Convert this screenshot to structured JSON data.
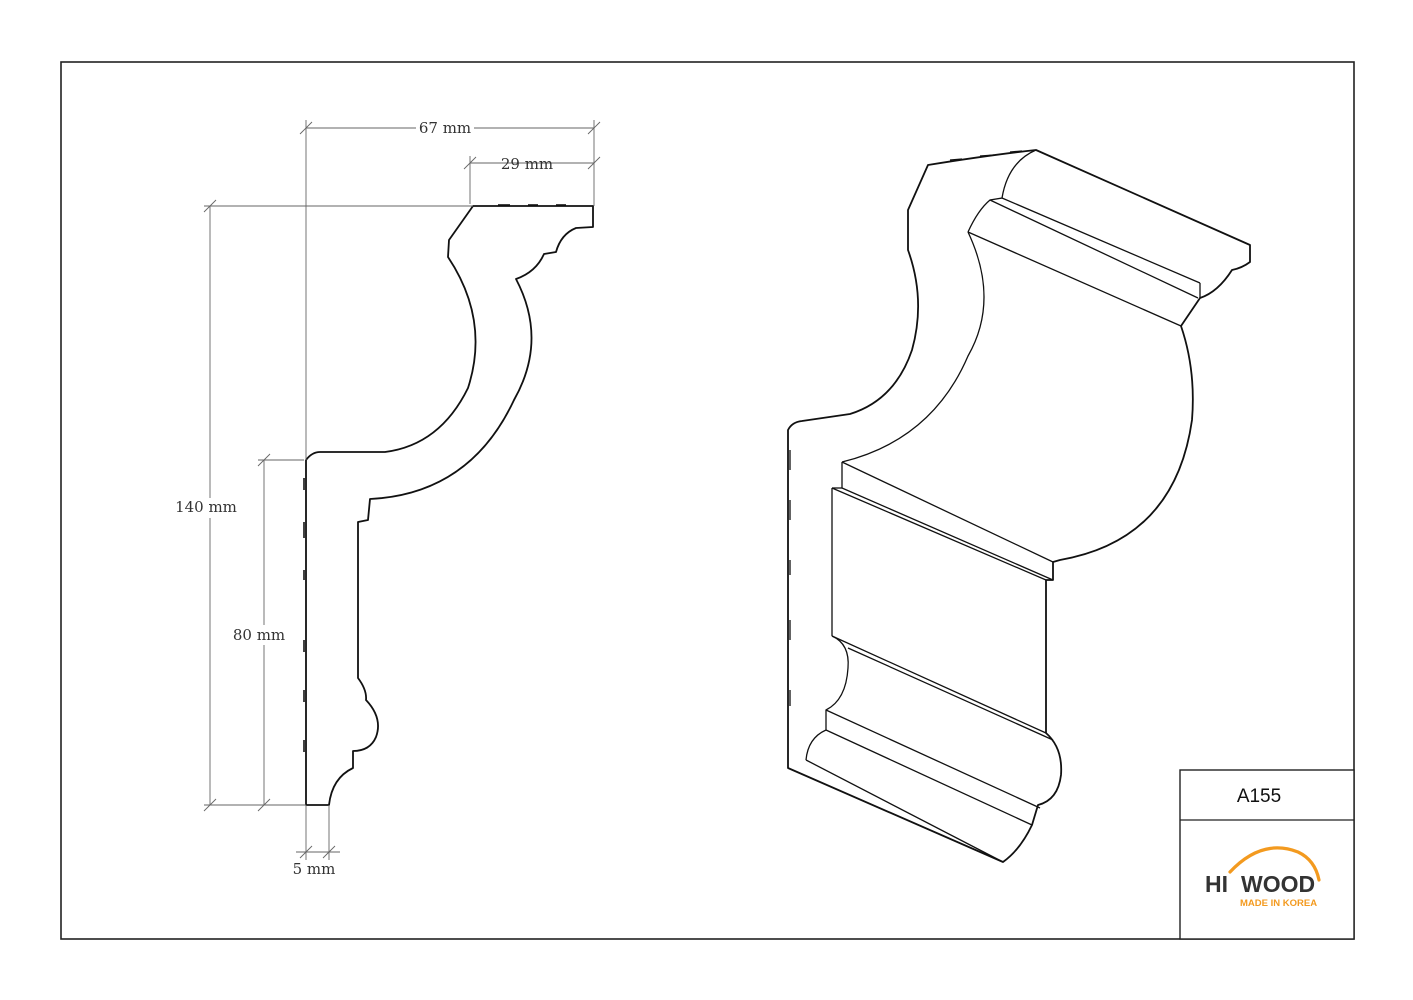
{
  "drawing": {
    "dimensions": {
      "width_total": "67 mm",
      "width_top": "29 mm",
      "height_total": "140 mm",
      "height_lower": "80 mm",
      "thickness": "5 mm"
    },
    "title_block": {
      "code": "A155",
      "brand": {
        "name_part1": "HI",
        "name_part2": "WOOD",
        "tagline": "MADE IN KOREA",
        "accent_color": "#f39a1f",
        "text_color": "#333333"
      }
    }
  }
}
